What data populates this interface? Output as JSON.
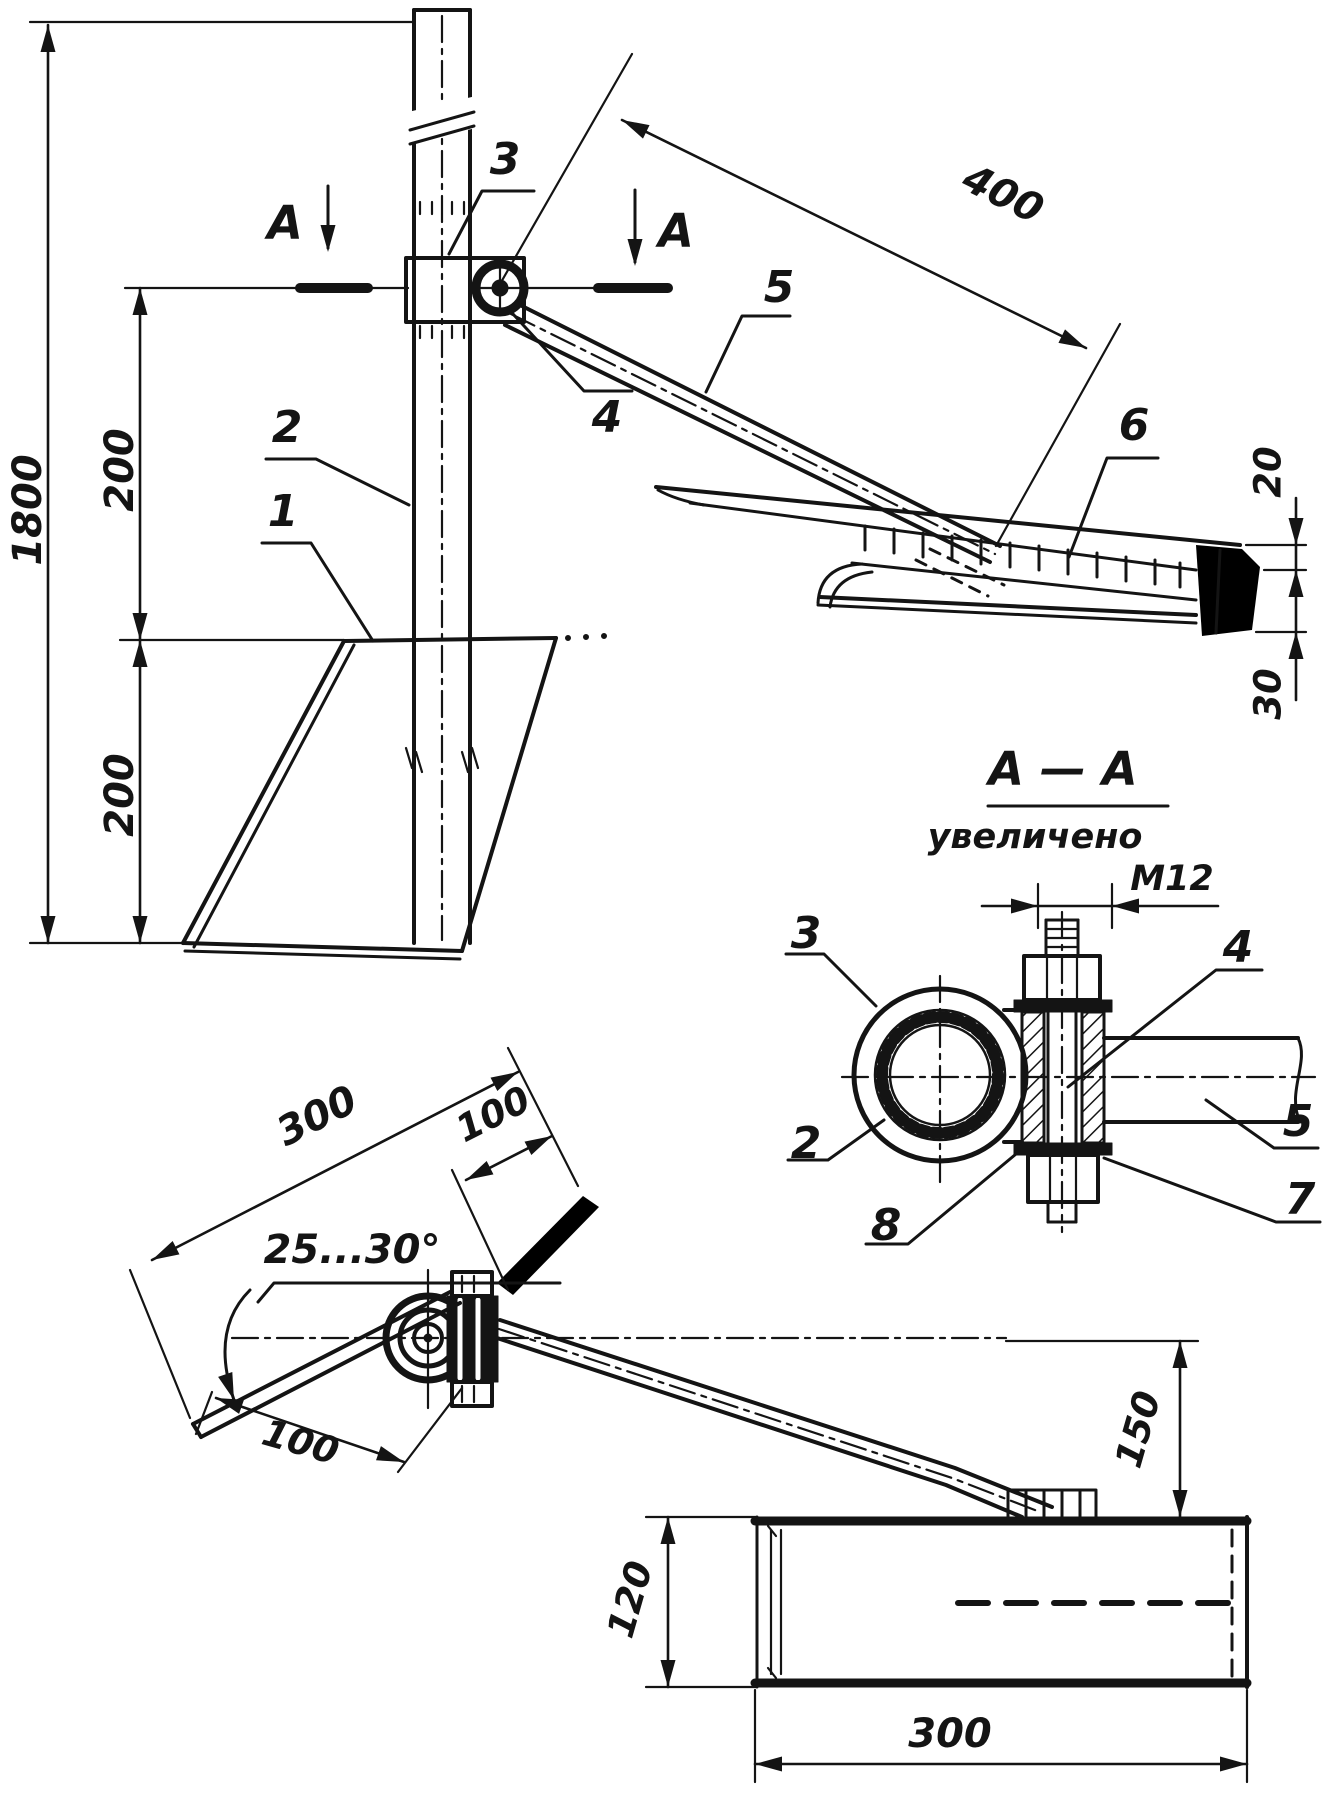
{
  "page": {
    "background": "#ffffff",
    "ink": "#141414"
  },
  "front_view": {
    "part_labels": {
      "p1": "1",
      "p2": "2",
      "p3": "3",
      "p4": "4",
      "p5": "5",
      "p6": "6"
    },
    "section_arrows": {
      "left": "A",
      "right": "A"
    },
    "dims": {
      "total_height": "1800",
      "upper_offset": "200",
      "lower_offset": "200",
      "arm_length": "400",
      "runner_edge": "20",
      "runner_end": "30"
    }
  },
  "section_view": {
    "title": "A — A",
    "subtitle": "увеличено",
    "thread_callout": "M12",
    "part_labels": {
      "p2": "2",
      "p3": "3",
      "p4": "4",
      "p5": "5",
      "p7": "7",
      "p8": "8"
    }
  },
  "side_view": {
    "dims": {
      "blade_length": "300",
      "blade_head": "100",
      "blade_angle": "25...30°",
      "tip_offset": "100"
    }
  },
  "plan_view": {
    "dims": {
      "box_height": "120",
      "box_length": "300",
      "arm_rise": "150"
    }
  }
}
